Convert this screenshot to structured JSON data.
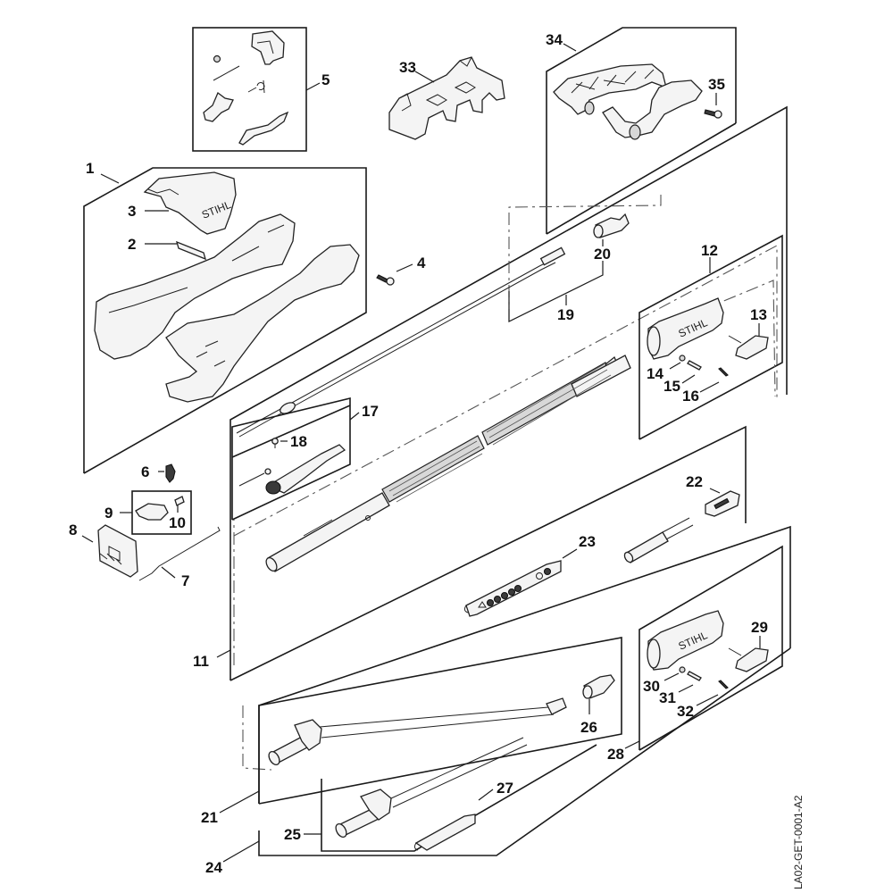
{
  "diagram": {
    "type": "exploded-parts-diagram",
    "drawing_code": "LA02-GET-0001-A2",
    "callouts": {
      "c1": "1",
      "c2": "2",
      "c3": "3",
      "c4": "4",
      "c5": "5",
      "c6": "6",
      "c7": "7",
      "c8": "8",
      "c9": "9",
      "c10": "10",
      "c11": "11",
      "c12": "12",
      "c13": "13",
      "c14": "14",
      "c15": "15",
      "c16": "16",
      "c17": "17",
      "c18": "18",
      "c19": "19",
      "c20": "20",
      "c21": "21",
      "c22": "22",
      "c23": "23",
      "c24": "24",
      "c25": "25",
      "c26": "26",
      "c27": "27",
      "c28": "28",
      "c29": "29",
      "c30": "30",
      "c31": "31",
      "c32": "32",
      "c33": "33",
      "c34": "34",
      "c35": "35"
    },
    "groups": [
      {
        "id": "1",
        "contains": [
          "2",
          "3"
        ]
      },
      {
        "id": "5",
        "contains": []
      },
      {
        "id": "9",
        "contains": [
          "10"
        ]
      },
      {
        "id": "11",
        "contains": [
          "17",
          "18",
          "22",
          "23"
        ]
      },
      {
        "id": "12",
        "contains": [
          "13",
          "14",
          "15",
          "16"
        ]
      },
      {
        "id": "17",
        "contains": [
          "18"
        ]
      },
      {
        "id": "19",
        "contains": [
          "20"
        ]
      },
      {
        "id": "21",
        "contains": [
          "26"
        ]
      },
      {
        "id": "24",
        "contains": [
          "25",
          "27"
        ]
      },
      {
        "id": "28",
        "contains": [
          "29",
          "30",
          "31",
          "32"
        ]
      },
      {
        "id": "34",
        "contains": [
          "35"
        ]
      }
    ]
  }
}
